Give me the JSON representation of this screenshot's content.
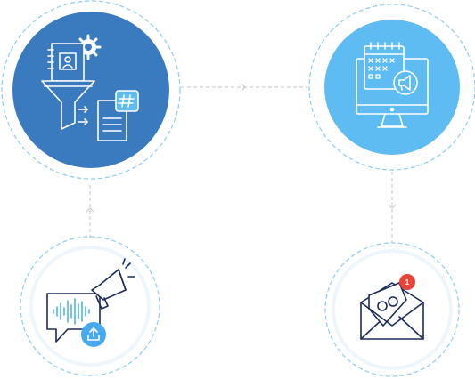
{
  "colors": {
    "ring": "#8ccdf0",
    "connector": "#c4c4c4",
    "node_dark": "#3a7bbf",
    "node_light": "#5fbcf2",
    "glyph_navy": "#1d2b5a",
    "glyph_accent": "#46aaf0",
    "badge": "#e8443a"
  },
  "nodes": [
    {
      "id": "filter-node",
      "icon": "filter-document-icon",
      "style": "filled-dark"
    },
    {
      "id": "calendar-node",
      "icon": "monitor-calendar-megaphone-icon",
      "style": "filled-light"
    },
    {
      "id": "email-node",
      "icon": "envelope-notification-icon",
      "style": "outline"
    },
    {
      "id": "voice-node",
      "icon": "voice-message-megaphone-icon",
      "style": "outline"
    }
  ],
  "badge": {
    "count": "1"
  }
}
